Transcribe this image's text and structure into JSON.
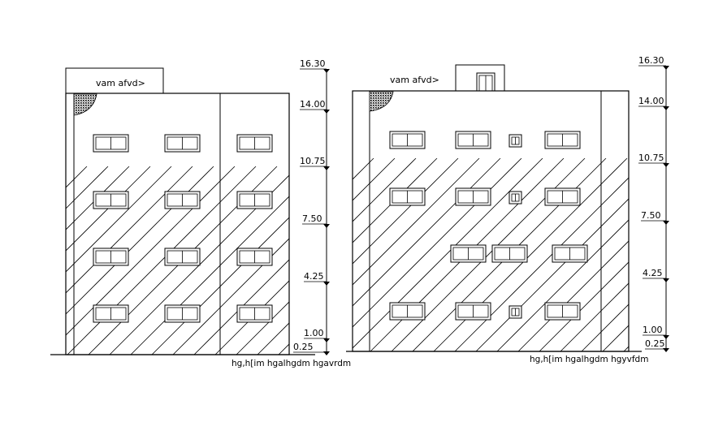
{
  "drawings": [
    {
      "roof_label": "vam afvd>",
      "caption": "hg,h[im hgalhgdm hgavrdm",
      "levels": [
        "16.30",
        "14.00",
        "10.75",
        "7.50",
        "4.25",
        "1.00",
        "0.25"
      ]
    },
    {
      "roof_label": "vam afvd>",
      "caption": "hg,h[im hgalhgdm hgyvfdm",
      "levels": [
        "16.30",
        "14.00",
        "10.75",
        "7.50",
        "4.25",
        "1.00",
        "0.25"
      ]
    }
  ]
}
